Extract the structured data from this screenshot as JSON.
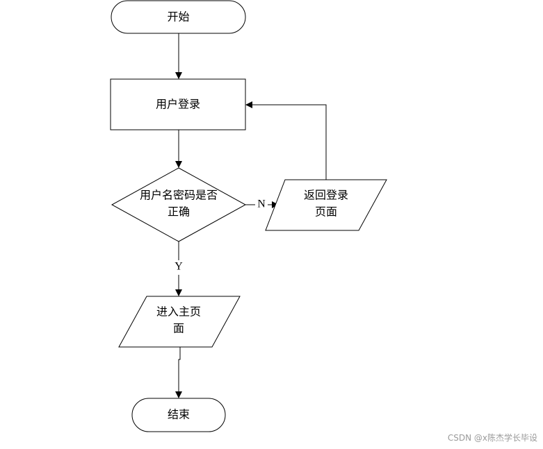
{
  "nodes": {
    "start": {
      "label": "开始"
    },
    "login": {
      "label": "用户登录"
    },
    "check": {
      "line1": "用户名密码是否",
      "line2": "正确"
    },
    "return_login": {
      "line1": "返回登录",
      "line2": "页面"
    },
    "enter_main": {
      "line1": "进入主页",
      "line2": "面"
    },
    "end": {
      "label": "结束"
    }
  },
  "edges": {
    "no_label": "N",
    "yes_label": "Y"
  },
  "watermark": "CSDN @x陈杰学长毕设"
}
